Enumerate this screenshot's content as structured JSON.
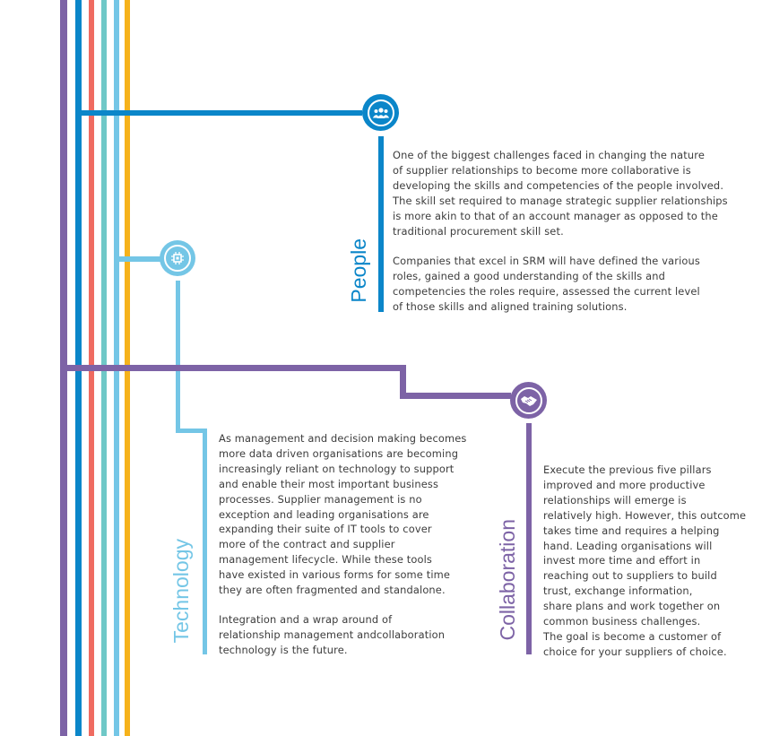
{
  "colors": {
    "purple": "#7d63a6",
    "blue": "#0b86c9",
    "red": "#ef6b61",
    "teal": "#6fc8c7",
    "lightblue": "#74c6e6",
    "orange": "#f6b21b"
  },
  "people": {
    "icon": "people-group-icon",
    "title": "People",
    "paragraph1": [
      "One of the biggest challenges faced in changing the nature",
      "of supplier relationships to become more collaborative is",
      "developing the skills and competencies of the people involved.",
      "The skill set required to manage strategic supplier relationships",
      "is more akin to that of an account manager as opposed to the",
      "traditional procurement skill set."
    ],
    "paragraph2": [
      "Companies that excel in SRM will have defined the various",
      "roles, gained a good understanding of the skills and",
      "competencies the roles require, assessed the current level",
      "of those skills and aligned training solutions."
    ]
  },
  "technology": {
    "icon": "chip-icon",
    "title": "Technology",
    "paragraph1": [
      "As management and decision making becomes",
      "more data driven organisations are becoming",
      "increasingly reliant on technology to support",
      "and enable their most important business",
      "processes. Supplier management is no",
      "exception and leading organisations are",
      "expanding their suite of IT tools to cover",
      "more of the contract and supplier",
      "management lifecycle. While these tools",
      "have existed in various forms for some time",
      "they are often fragmented and standalone."
    ],
    "paragraph2": [
      "Integration and a wrap around of",
      "relationship management andcollaboration",
      "technology is the future."
    ]
  },
  "collaboration": {
    "icon": "handshake-icon",
    "title": "Collaboration",
    "paragraph1": [
      "Execute the previous five pillars",
      "improved and more productive",
      "relationships will emerge is",
      "relatively high. However, this outcome",
      "takes time and requires a helping",
      "hand. Leading organisations will",
      "invest more time and effort in",
      "reaching out to suppliers to build",
      "trust, exchange information,",
      "share plans and work together on",
      "common business challenges.",
      "The goal is become a customer of",
      "choice for your suppliers of choice."
    ]
  }
}
